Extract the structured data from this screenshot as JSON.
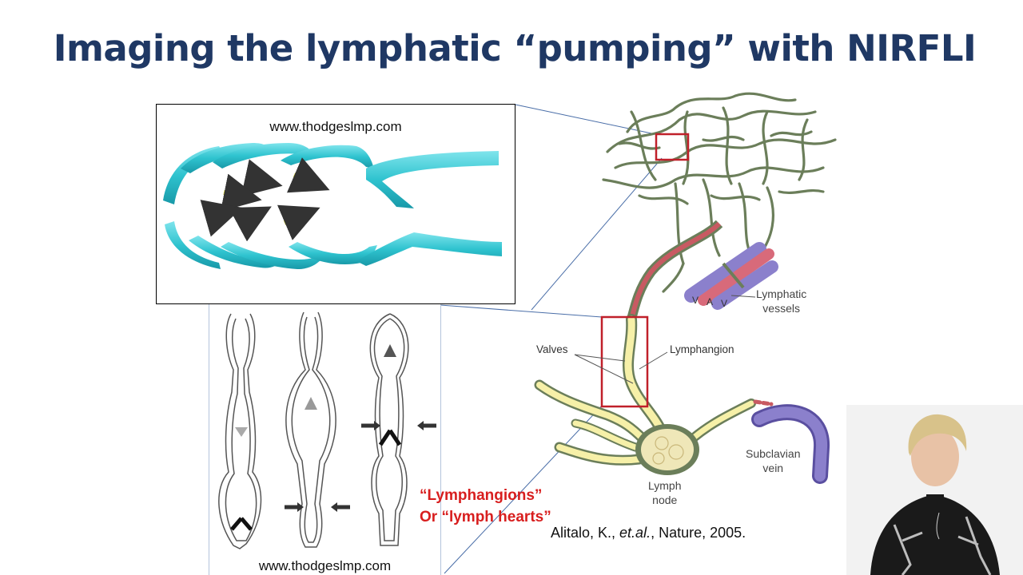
{
  "slide": {
    "title": "Imaging the lymphatic “pumping” with NIRFLI"
  },
  "valve_panel": {
    "caption": "www.thodgeslmp.com"
  },
  "lymphangion_panel": {
    "caption": "www.thodgeslmp.com",
    "red_label_line1": "“Lymphangions”",
    "red_label_line2": "Or “lymph hearts”"
  },
  "anatomy": {
    "valves_label": "Valves",
    "lymphangion_label": "Lymphangion",
    "lymphatic_vessels_line1": "Lymphatic",
    "lymphatic_vessels_line2": "vessels",
    "subclavian_line1": "Subclavian",
    "subclavian_line2": "vein",
    "lymph_node_line1": "Lymph",
    "lymph_node_line2": "node",
    "artery_letter": "A",
    "vein_letter_left": "V",
    "vein_letter_right": "V"
  },
  "citation": {
    "author": "Alitalo, K., ",
    "etal": "et.al.",
    "rest": ", Nature, 2005."
  },
  "colors": {
    "title": "#1f3864",
    "valve_cyan": "#2fc3cf",
    "lymph_yellow": "#f6f0a8",
    "vessel_green": "#6b7e5a",
    "highlight_red": "#c0202a",
    "red_label": "#d81e1e",
    "vein_purple": "#8b80cc"
  }
}
